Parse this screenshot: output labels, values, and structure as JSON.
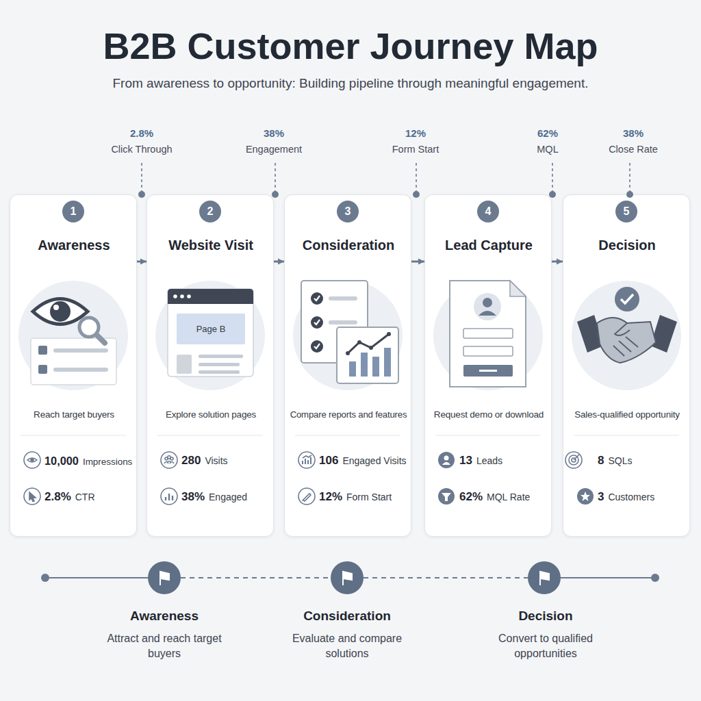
{
  "diagram": {
    "title": "B2B Customer Journey Map",
    "caption": "From awareness to opportunity: Building pipeline through meaningful engagement.",
    "nodes": [
      {
        "text": [
          "Awareness",
          "Reach target buyers",
          "10,000",
          "Impressions",
          "2.8%",
          "CTR"
        ]
      },
      {
        "text": [
          "1"
        ],
        "in": 0
      },
      {
        "text": [
          "Website Visit",
          "Explore solution pages",
          "280",
          "Visits",
          "38%",
          "Engaged"
        ]
      },
      {
        "text": [
          "2"
        ],
        "in": 2
      },
      {
        "text": [
          "Consideration",
          "Compare reports and features",
          "106",
          "Engaged Visits",
          "12%",
          "Form Start"
        ]
      },
      {
        "text": [
          "3"
        ],
        "in": 4
      },
      {
        "text": [
          "Lead Capture",
          "Request demo or download",
          "13",
          "Leads",
          "62%",
          "MQL Rate"
        ]
      },
      {
        "text": [
          "4"
        ],
        "in": 6
      },
      {
        "text": [
          "Decision",
          "Sales-qualified opportunity",
          "8",
          "SQLs",
          "3",
          "Customers"
        ]
      },
      {
        "text": [
          "5"
        ],
        "in": 8
      }
    ],
    "edges": [
      {
        "from": 0,
        "to": 2,
        "arrow": "to"
      },
      {
        "from": 2,
        "to": 4,
        "arrow": "to"
      },
      {
        "from": 4,
        "to": 6,
        "arrow": "to"
      },
      {
        "from": 6,
        "to": 8,
        "arrow": "to"
      }
    ],
    "labels": [
      "2.8%",
      "Click Through",
      "38%",
      "Engagement",
      "12%",
      "Form Start",
      "62%",
      "MQL",
      "38%",
      "Close Rate",
      "Page B",
      "Awareness",
      "Attract and reach target buyers",
      "Consideration",
      "Evaluate and compare solutions",
      "Decision",
      "Convert to qualified opportunities"
    ]
  }
}
